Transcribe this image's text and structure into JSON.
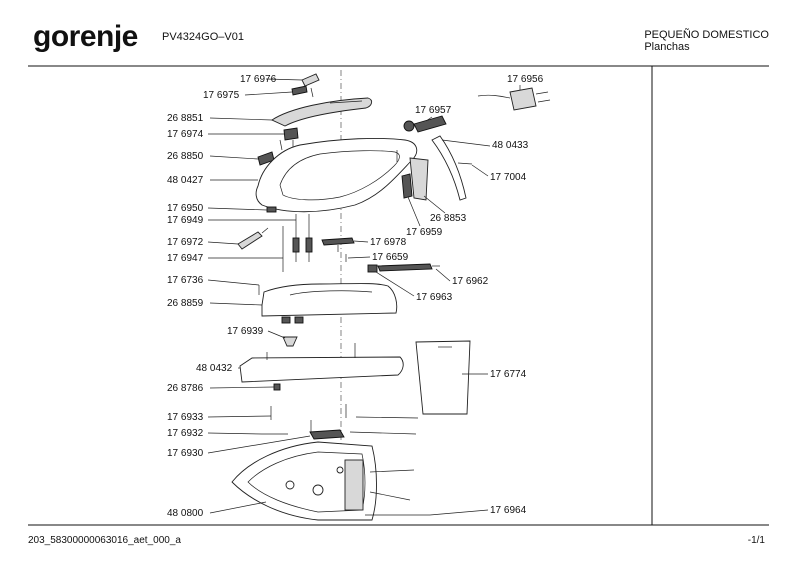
{
  "header": {
    "brand": "gorenje",
    "model": "PV4324GO–V01",
    "category_line1": "PEQUEÑO DOMESTICO",
    "category_line2": "Planchas"
  },
  "footer": {
    "document_id": "203_58300000063016_aet_000_a",
    "page": "-1/1"
  },
  "parts": {
    "p176976": "17 6976",
    "p176975": "17 6975",
    "p268851": "26 8851",
    "p176974": "17 6974",
    "p268850": "26 8850",
    "p480427": "48 0427",
    "p176950": "17 6950",
    "p176949": "17 6949",
    "p176972": "17 6972",
    "p176947": "17 6947",
    "p176736": "17 6736",
    "p268859": "26 8859",
    "p176939": "17 6939",
    "p480432": "48 0432",
    "p268786": "26 8786",
    "p176933": "17 6933",
    "p176932": "17 6932",
    "p176930": "17 6930",
    "p480800": "48 0800",
    "p176956": "17 6956",
    "p176957": "17 6957",
    "p480433": "48 0433",
    "p177004": "17 7004",
    "p268853": "26 8853",
    "p176959": "17 6959",
    "p176978": "17 6978",
    "p176659": "17 6659",
    "p176962": "17 6962",
    "p176963": "17 6963",
    "p176774": "17 6774",
    "p176964": "17 6964"
  }
}
